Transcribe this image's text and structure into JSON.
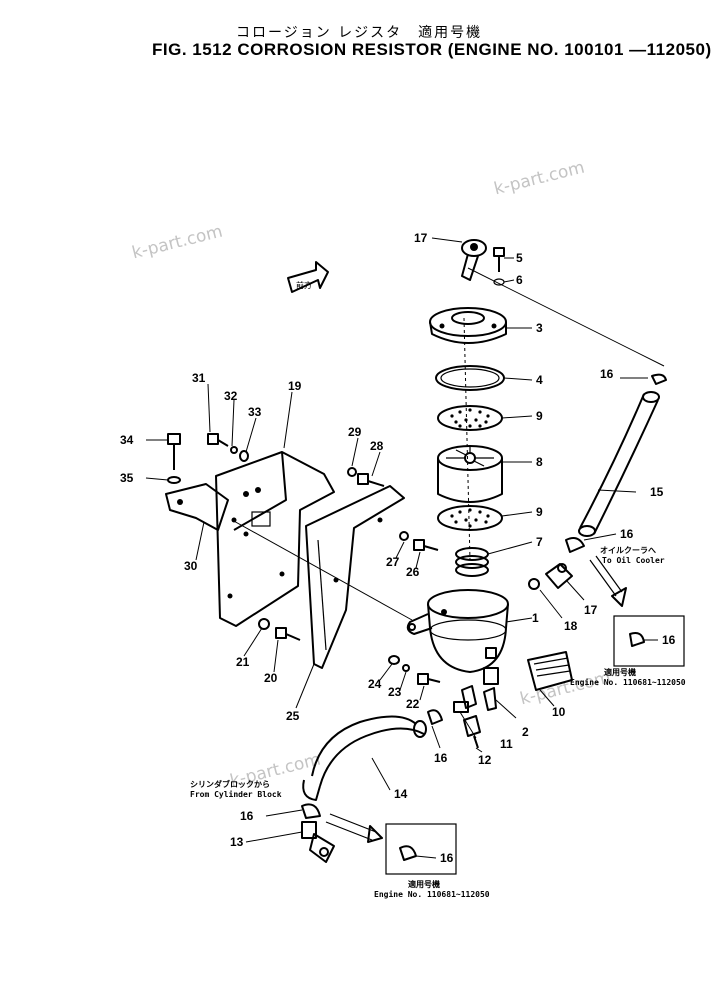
{
  "header": {
    "title_jp": "コロージョン レジスタ　適用号機",
    "title_en": "FIG. 1512  CORROSION RESISTOR (ENGINE NO. 100101 —112050)"
  },
  "watermark": "k-part.com",
  "arrow_label": "前方",
  "notes": {
    "to_oil_cooler_jp": "オイルクーラへ",
    "to_oil_cooler_en": "To Oil Cooler",
    "from_block_jp": "シリンダブロックから",
    "from_block_en": "From Cylinder Block",
    "applicable_jp": "適用号機",
    "engine_range": "Engine No. 110681~112050"
  },
  "callouts": [
    "1",
    "2",
    "3",
    "4",
    "5",
    "6",
    "7",
    "8",
    "9",
    "9",
    "10",
    "11",
    "12",
    "13",
    "14",
    "15",
    "16",
    "16",
    "16",
    "16",
    "16",
    "16",
    "17",
    "17",
    "18",
    "19",
    "20",
    "21",
    "22",
    "23",
    "24",
    "25",
    "26",
    "27",
    "28",
    "29",
    "30",
    "31",
    "32",
    "33",
    "34",
    "35"
  ]
}
